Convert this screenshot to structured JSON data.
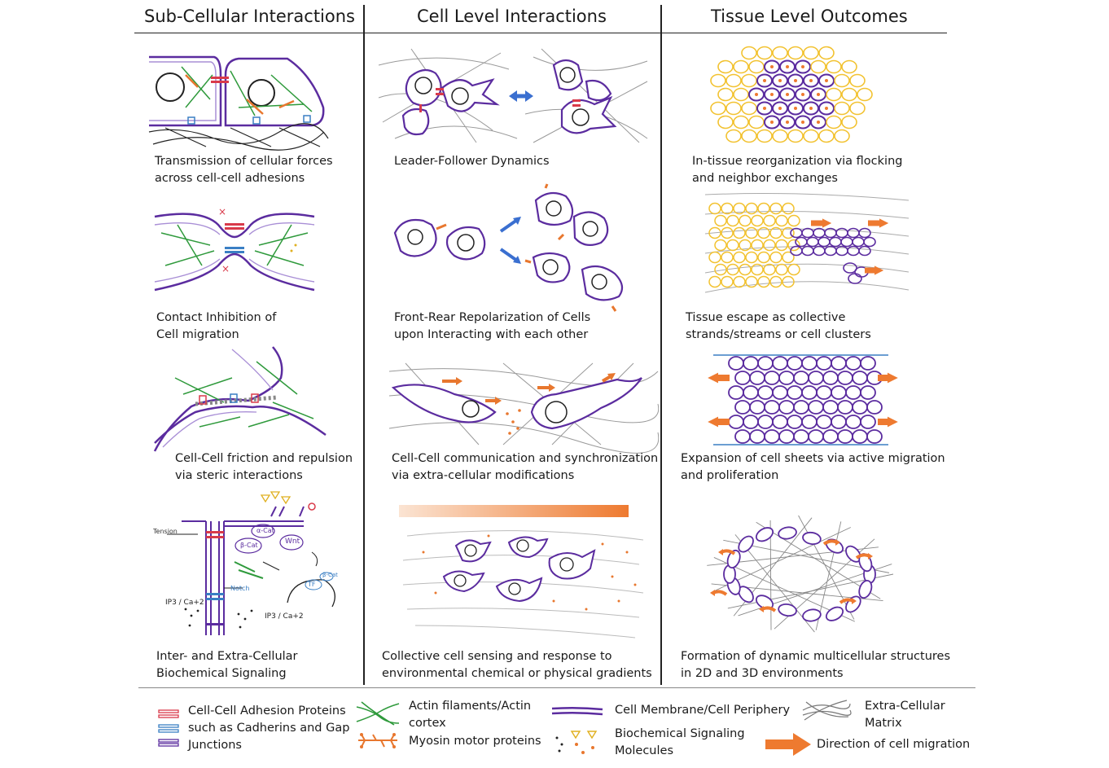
{
  "headers": {
    "sub_cellular": "Sub-Cellular Interactions",
    "cell_level": "Cell Level Interactions",
    "tissue_level": "Tissue Level Outcomes"
  },
  "captions": {
    "c1r1": "Transmission of cellular forces\nacross cell-cell adhesions",
    "c1r2": "Contact Inhibition of\nCell migration",
    "c1r3": "Cell-Cell friction and repulsion\nvia steric interactions",
    "c1r4": "Inter- and Extra-Cellular\nBiochemical Signaling",
    "c2r1": "Leader-Follower Dynamics",
    "c2r2": "Front-Rear Repolarization of Cells\nupon Interacting with each other",
    "c2r3": "Cell-Cell communication and synchronization\nvia extra-cellular modifications",
    "c2r4": "Collective cell sensing and response to\nenvironmental chemical or physical gradients",
    "c3r1": "In-tissue reorganization via flocking\nand neighbor exchanges",
    "c3r2": "Tissue escape as collective\nstrands/streams or cell clusters",
    "c3r3": "Expansion of cell sheets via active migration\nand proliferation",
    "c3r4": "Formation of dynamic multicellular structures\nin 2D and 3D environments"
  },
  "signaling_labels": {
    "tension": "Tension",
    "b_cat": "β-Cat",
    "a_cat": "α-Cat",
    "wnt": "Wnt",
    "notch": "Notch",
    "tf": "TF",
    "bcat2": "β-Cat",
    "ip3_left": "IP3 / Ca+2",
    "ip3_right": "IP3 / Ca+2"
  },
  "legend": {
    "adhesion": "Cell-Cell Adhesion Proteins\nsuch as Cadherins and Gap\nJunctions",
    "actin": "Actin filaments/Actin\ncortex",
    "myosin": "Myosin motor proteins",
    "membrane": "Cell Membrane/Cell Periphery",
    "signaling": "Biochemical Signaling\nMolecules",
    "ecm": "Extra-Cellular\nMatrix",
    "direction": "Direction of cell migration"
  },
  "colors": {
    "membrane": "#5b2c9f",
    "actin": "#2f9a3c",
    "myosin": "#e8772e",
    "adhesion_red": "#d93a4a",
    "adhesion_blue": "#3a7fc4",
    "ecm": "#8a8a8a",
    "tissue_yellow": "#f2c230",
    "arrow_orange": "#ee7a30",
    "arrow_blue": "#3a6fd0"
  }
}
